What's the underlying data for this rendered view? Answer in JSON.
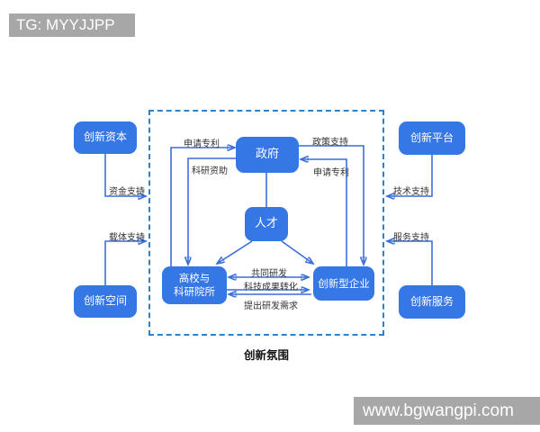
{
  "watermarks": {
    "top_left": "TG: MYYJJPP",
    "bottom_right": "www.bgwangpi.com"
  },
  "diagram": {
    "caption": "创新氛围",
    "nodes": {
      "capital": "创新资本",
      "space": "创新空间",
      "platform": "创新平台",
      "services": "创新服务",
      "government": "政府",
      "talent": "人才",
      "universities": "高校与\n科研院所",
      "enterprises": "创新型企业"
    },
    "edges": {
      "apply_patent_left": "申请专利",
      "research_funding": "科研资助",
      "policy_support": "政策支持",
      "apply_patent_right": "申请专利",
      "joint_rd": "共同研发",
      "achievement_transfer": "科技成果转化",
      "rd_demand": "提出研发需求",
      "funding_support": "资金支持",
      "carrier_support": "载体支持",
      "tech_support": "技术支持",
      "service_support": "服务支持"
    },
    "colors": {
      "node_fill": "#3577e5",
      "connector_line": "#3a6fd8",
      "dashed_border": "#2e82c8",
      "edge_label_text": "#333333",
      "caption_text": "#111111",
      "watermark_bg": "#a7a7a7",
      "watermark_text": "#ffffff"
    }
  }
}
